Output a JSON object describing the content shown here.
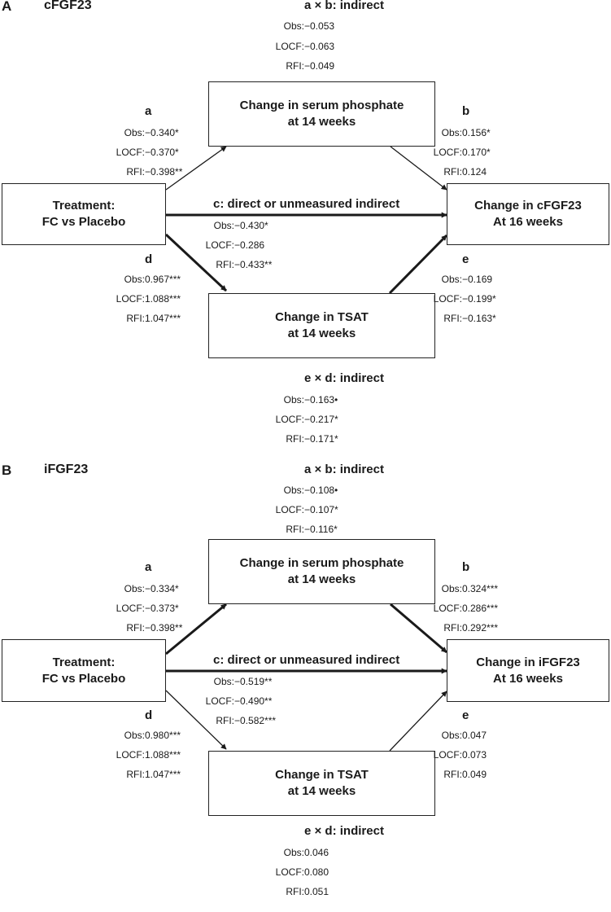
{
  "panels": [
    {
      "letter": "A",
      "title": "cFGF23",
      "boxes": {
        "treatment": [
          "Treatment:",
          "FC vs Placebo"
        ],
        "phosphate": [
          "Change in serum phosphate",
          "at 14 weeks"
        ],
        "tsat": [
          "Change in TSAT",
          "at 14 weeks"
        ],
        "outcome": [
          "Change in cFGF23",
          "At 16 weeks"
        ]
      },
      "paths": {
        "axb": {
          "label": "a × b: indirect",
          "stats": [
            [
              "Obs:",
              "−0.053"
            ],
            [
              "LOCF:",
              "−0.063"
            ],
            [
              "RFI:",
              "−0.049"
            ]
          ]
        },
        "a": {
          "label": "a",
          "stats": [
            [
              "Obs:",
              "−0.340*"
            ],
            [
              "LOCF:",
              "−0.370*"
            ],
            [
              "RFI:",
              "−0.398**"
            ]
          ]
        },
        "b": {
          "label": "b",
          "stats": [
            [
              "Obs:",
              "0.156*"
            ],
            [
              "LOCF:",
              "0.170*"
            ],
            [
              "RFI:",
              "0.124"
            ]
          ]
        },
        "c": {
          "label": "c: direct or unmeasured indirect",
          "stats": [
            [
              "Obs:",
              "−0.430*"
            ],
            [
              "LOCF:",
              "−0.286"
            ],
            [
              "RFI:",
              "−0.433**"
            ]
          ]
        },
        "d": {
          "label": "d",
          "stats": [
            [
              "Obs:",
              "0.967***"
            ],
            [
              "LOCF:",
              "1.088***"
            ],
            [
              "RFI:",
              "1.047***"
            ]
          ]
        },
        "e": {
          "label": "e",
          "stats": [
            [
              "Obs:",
              "−0.169"
            ],
            [
              "LOCF:",
              "−0.199*"
            ],
            [
              "RFI:",
              "−0.163*"
            ]
          ]
        },
        "exd": {
          "label": "e × d: indirect",
          "stats": [
            [
              "Obs:",
              "−0.163•"
            ],
            [
              "LOCF:",
              "−0.217*"
            ],
            [
              "RFI:",
              "−0.171*"
            ]
          ]
        }
      }
    },
    {
      "letter": "B",
      "title": "iFGF23",
      "boxes": {
        "treatment": [
          "Treatment:",
          "FC vs Placebo"
        ],
        "phosphate": [
          "Change in serum phosphate",
          "at 14 weeks"
        ],
        "tsat": [
          "Change in TSAT",
          "at 14 weeks"
        ],
        "outcome": [
          "Change in iFGF23",
          "At 16 weeks"
        ]
      },
      "paths": {
        "axb": {
          "label": "a × b: indirect",
          "stats": [
            [
              "Obs:",
              "−0.108•"
            ],
            [
              "LOCF:",
              "−0.107*"
            ],
            [
              "RFI:",
              "−0.116*"
            ]
          ]
        },
        "a": {
          "label": "a",
          "stats": [
            [
              "Obs:",
              "−0.334*"
            ],
            [
              "LOCF:",
              "−0.373*"
            ],
            [
              "RFI:",
              "−0.398**"
            ]
          ]
        },
        "b": {
          "label": "b",
          "stats": [
            [
              "Obs:",
              "0.324***"
            ],
            [
              "LOCF:",
              "0.286***"
            ],
            [
              "RFI:",
              "0.292***"
            ]
          ]
        },
        "c": {
          "label": "c: direct or unmeasured indirect",
          "stats": [
            [
              "Obs:",
              "−0.519**"
            ],
            [
              "LOCF:",
              "−0.490**"
            ],
            [
              "RFI:",
              "−0.582***"
            ]
          ]
        },
        "d": {
          "label": "d",
          "stats": [
            [
              "Obs:",
              "0.980***"
            ],
            [
              "LOCF:",
              "1.088***"
            ],
            [
              "RFI:",
              "1.047***"
            ]
          ]
        },
        "e": {
          "label": "e",
          "stats": [
            [
              "Obs:",
              "0.047"
            ],
            [
              "LOCF:",
              "0.073"
            ],
            [
              "RFI:",
              "0.049"
            ]
          ]
        },
        "exd": {
          "label": "e × d: indirect",
          "stats": [
            [
              "Obs:",
              "0.046"
            ],
            [
              "LOCF:",
              "0.080"
            ],
            [
              "RFI:",
              "0.051"
            ]
          ]
        }
      }
    }
  ],
  "colors": {
    "line": "#1a1a1a",
    "text": "#1a1a1a"
  }
}
